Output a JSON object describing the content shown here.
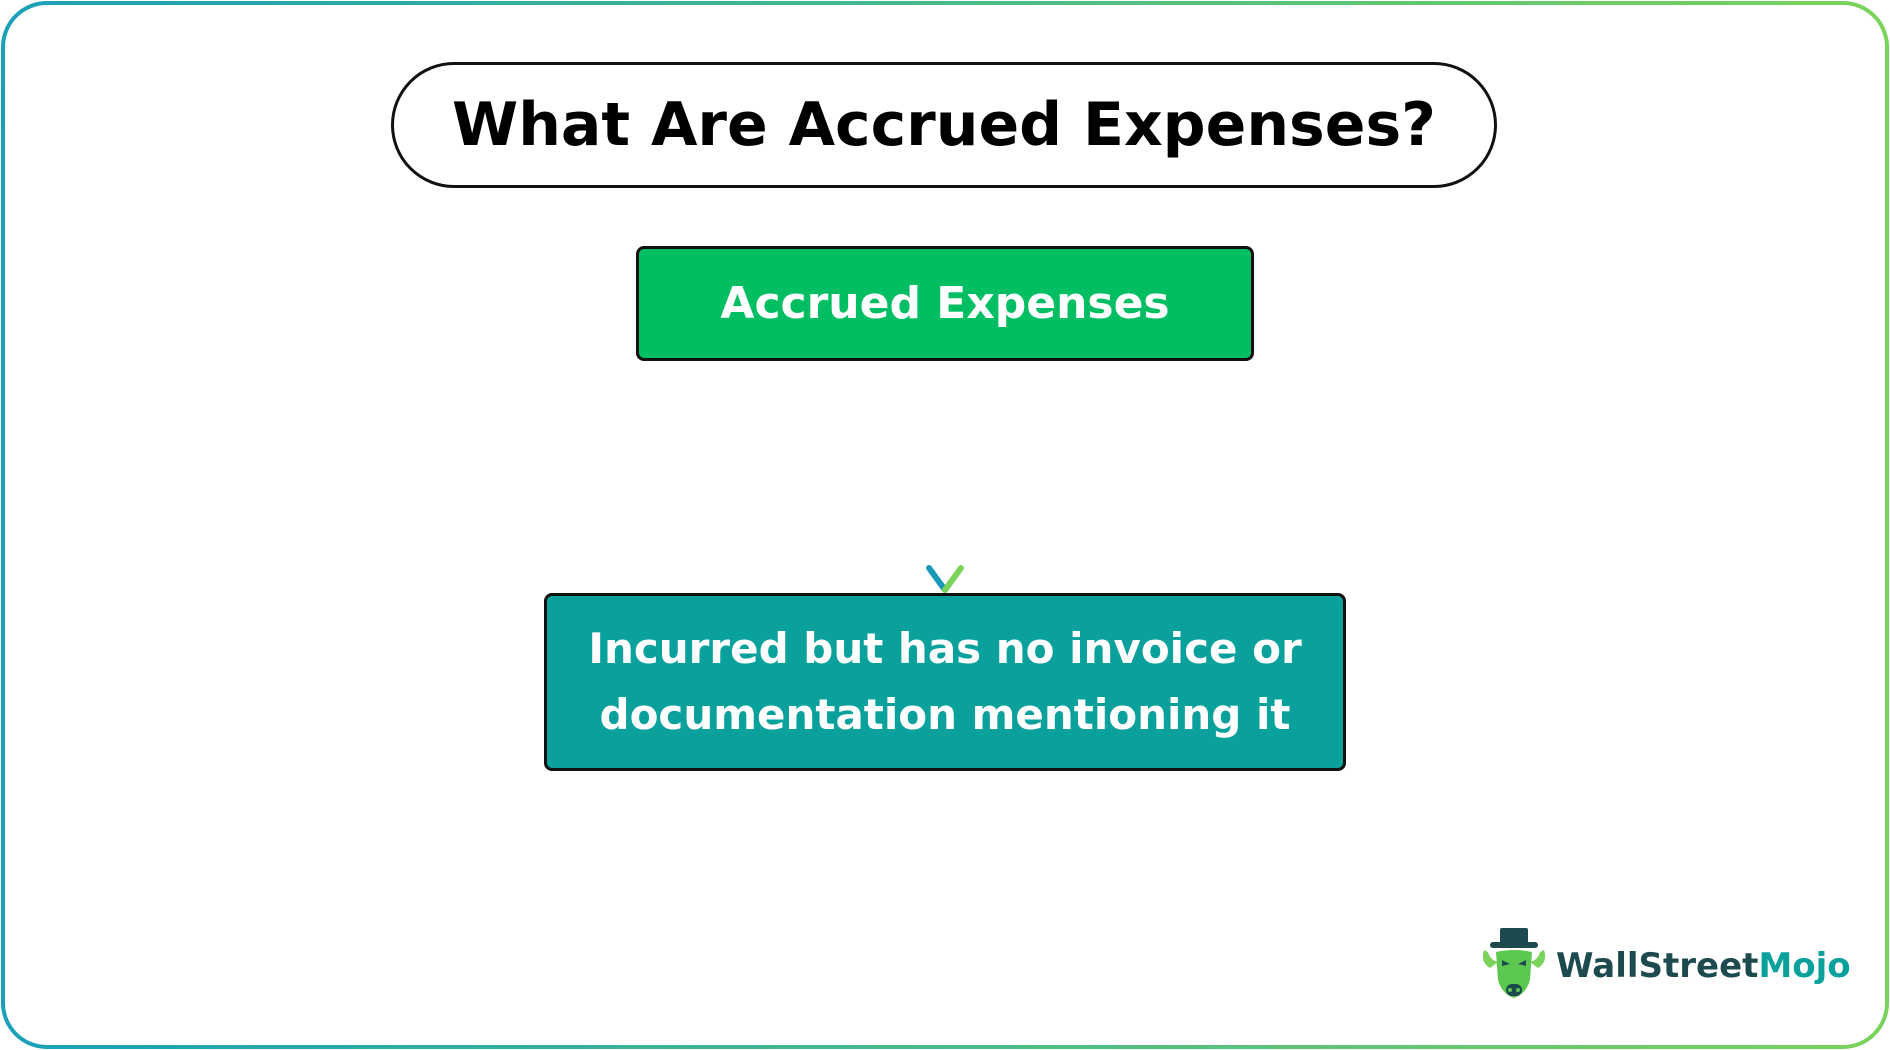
{
  "colors": {
    "frame_start": "#1aa0b8",
    "frame_end": "#7ad35a",
    "top_box": "#02be63",
    "bottom_box": "#0aa19d",
    "arrow_start": "#3cb878",
    "arrow_end": "#1a98b8",
    "logo_dark": "#1d4a4e",
    "logo_accent": "#0aa19d"
  },
  "diagram": {
    "title": "What Are Accrued Expenses?",
    "top_node": {
      "label": "Accrued Expenses"
    },
    "bottom_node": {
      "line1": "Incurred but has no invoice or",
      "line2": "documentation mentioning it"
    },
    "edge": {
      "from": "Accrued Expenses",
      "to": "Incurred but has no invoice or documentation mentioning it",
      "icon": "arrow-down-icon"
    }
  },
  "branding": {
    "logo_icon": "bull-with-hat-icon",
    "logo_part1": "WallStreet",
    "logo_part2": "Mojo"
  }
}
